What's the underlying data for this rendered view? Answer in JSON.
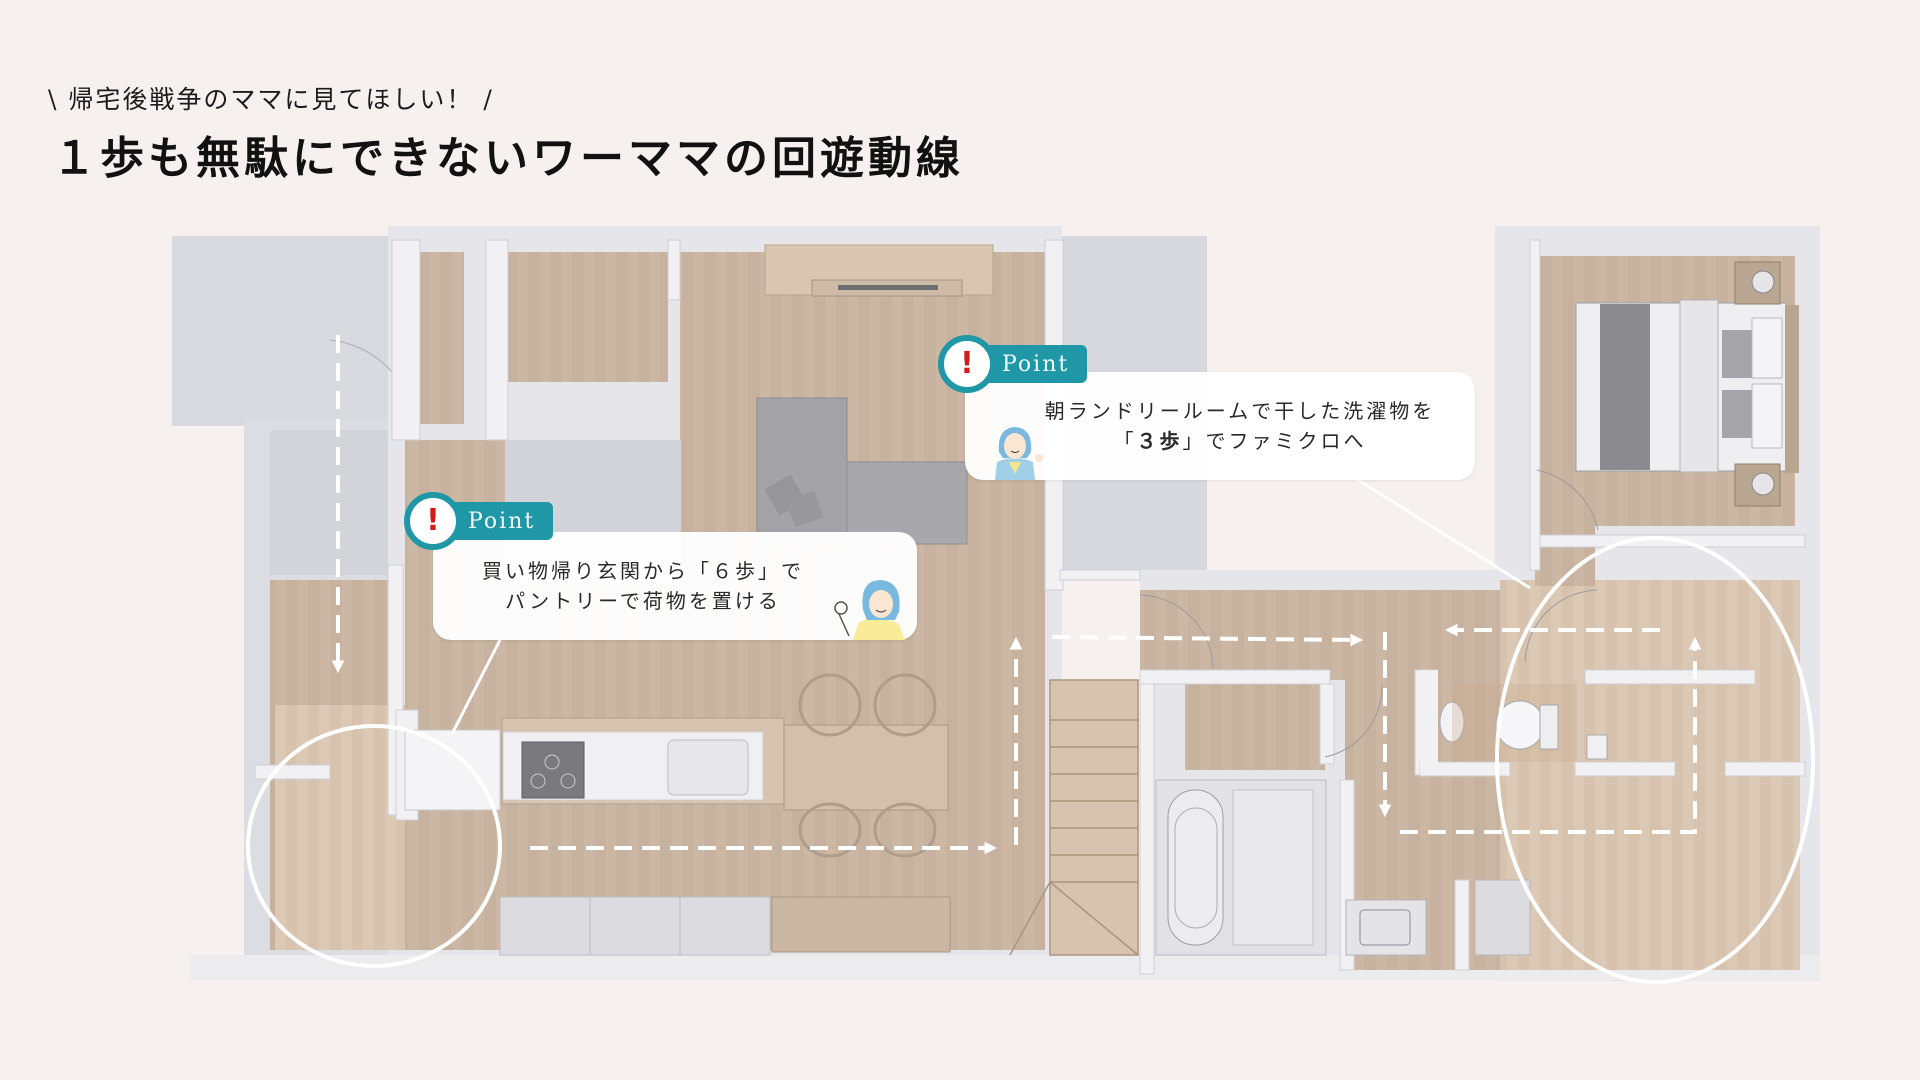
{
  "header": {
    "subtitle": "\\ 帰宅後戦争のママに見てほしい！ /",
    "title": "１歩も無駄にできないワーママの回遊動線"
  },
  "colors": {
    "background": "#f6f0ef",
    "badge_teal": "#1f97a6",
    "alert_red": "#d21b1b",
    "floor_wood": "#cdb9a6",
    "wall_white": "#e9e9ec",
    "route_line": "#ffffff"
  },
  "points": [
    {
      "badge_label": "Point",
      "icon": "exclamation-icon",
      "line1": "朝ランドリールームで干した洗濯物を",
      "line2_open": "「",
      "line2_bold": "３歩",
      "line2_rest": "」でファミクロへ",
      "illustration": "woman-pointing-illustration"
    },
    {
      "badge_label": "Point",
      "icon": "exclamation-icon",
      "line1": "買い物帰り玄関から「６歩」で",
      "line2": "パントリーで荷物を置ける",
      "illustration": "woman-ok-sign-illustration"
    }
  ],
  "floorplan": {
    "rooms": [
      "entrance",
      "pantry",
      "closet",
      "living",
      "kitchen",
      "dining",
      "stairs",
      "bathroom",
      "washroom",
      "toilet",
      "laundry-room",
      "family-closet",
      "bedroom"
    ],
    "highlighted_areas": [
      "pantry-area",
      "family-closet-area"
    ],
    "route": "circulation-path-dashed"
  }
}
